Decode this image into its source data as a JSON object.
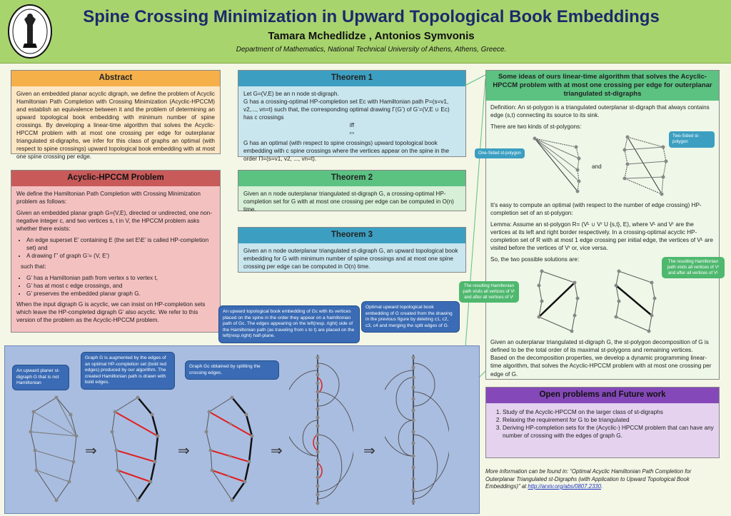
{
  "header": {
    "title": "Spine Crossing Minimization in Upward Topological Book Embeddings",
    "authors": "Tamara Mchedlidze , Antonios Symvonis",
    "affiliation": "Department of Mathematics, National Technical University of Athens, Athens, Greece."
  },
  "abstract": {
    "title": "Abstract",
    "text": "Given an embedded planar acyclic digraph, we define the problem of Acyclic Hamiltonian Path Completion with Crossing Minimization (Acyclic-HPCCM) and establish an equivalence between it and the problem of determining an upward topological book embedding with minimum number of spine crossings. By developing a linear-time algorithm that solves the Acyclic-HPCCM problem with at most one crossing per edge for outerplanar triangulated st-digraphs, we infer for this class of graphs an optimal (with respect to spine crossings) upward topological book embedding with at most one spine crossing per edge."
  },
  "acyclic": {
    "title": "Acyclic-HPCCM  Problem",
    "p1": "We define the Hamiltonian Path Completion with Crossing Minimization problem as follows:",
    "p2": "Given an embedded planar graph G=(V,E), directed or undirected, one non-negative integer c, and two vertices s, t in V, the HPCCM problem asks whether there exists:",
    "items1": [
      "An edge superset E’ containing E (the set E\\E’ is called HP-completion set) and",
      "A drawing Γ’ of graph G’= (V, E’)"
    ],
    "such": "such that:",
    "items2": [
      "G’ has a Hamiltonian path from vertex s to vertex t,",
      "G’ has at most c edge crossings, and",
      "G’ preserves the embedded planar graph G."
    ],
    "p3": "When the input digraph G is acyclic, we can insist on HP-completion sets which leave the HP-completed digraph G’ also acyclic. We refer to this version of the problem as the Acyclic-HPCCM problem."
  },
  "theorem1": {
    "title": "Theorem 1",
    "l1": "Let G=(V,E) be an n node st-digraph.",
    "l2": "G has a crossing-optimal HP-completion set Ec with Hamiltonian path P=(s=v1, v2,..., vn=t) such that, the corresponding optimal drawing Γ(G’) of G’=(V,E ∪ Ec) has c crossings",
    "iff": "iff",
    "l3": "G has an optimal (with respect to spine crossings) upward topological book embedding with c spine crossings where the vertices appear on the spine in the order Π=(s=v1, v2, ..., vn=t)."
  },
  "theorem2": {
    "title": "Theorem 2",
    "text": "Given an n node outerplanar triangulated st-digraph G, a crossing-optimal HP-completion set for G with at most one crossing per edge can be computed in O(n) time."
  },
  "theorem3": {
    "title": "Theorem 3",
    "text": "Given an n node outerplanar triangulated st-digraph G, an upward topological book embedding for G with minimum number of spine crossings and at most one spine crossing per edge can be computed in O(n) time."
  },
  "ideas": {
    "title": "Some ideas of ours linear-time algorithm that solves the Acyclic-HPCCM problem with at most one crossing per edge for outerplanar triangulated st-digraphs",
    "definition": "Definition: An st-polygon is a triangulated outerplanar st-digraph that always contains edge (s,t) connecting its source to its sink.",
    "kinds": "There are two kinds of st-polygons:",
    "one_sided": "One-Sided st-polygon",
    "two_sided": "Two-Sided st-polygon",
    "and": "and",
    "easy": "It’s easy to compute an optimal (with respect to the number of edge crossing) HP-completion set of an st-polygon:",
    "lemma": "Lemma: Assume an st-polygon R= (Vᴸ ∪ Vʳ U {s,t}, E), where Vᴸ and Vʳ are the vertices at its left and right border respectively. In a crossing-optimal acyclic HP-completion set of R with at most 1 edge crossing per initial edge, the vertices of Vᴸ are visited before the vertices of Vʳ or, vice versa.",
    "solutions": "So, the two possible solutions are:",
    "left_first": "The resulting Hamiltonian path visits all vertices of Vᴸ and after all vertices of Vʳ",
    "right_first": "The resulting Hamiltonian path visits all vertices of Vʳ and after all vertices of Vᴸ",
    "decomp": "Given an outerplanar triangulated st-digraph G, the st-polygon decomposition of G is defined to be the total order of its maximal st-polygons and remaining vertices.",
    "dp": "Based on the decomposition properties, we develop a dynamic programming linear-time algorithm, that solves the Acyclic-HPCCM problem with at most one crossing per edge of G."
  },
  "open": {
    "title": "Open problems and Future work",
    "items": [
      "Study of the Acyclic-HPCCM on the larger class of st-digraphs",
      "Relaxing the requirement for G to be triangulated",
      "Deriving HP-completion sets for the (Acyclic-) HPCCM problem that can have any number of crossing with the edges of graph G."
    ]
  },
  "more": {
    "text": "More information can be found in: “Optimal Acyclic Hamiltonian Path Completion for Outerplanar Triangulated st-Digraphs (with Application to Upward Topological Book Embeddings)” at",
    "link": "http://arxiv.org/abs/0807.2330",
    "end": "."
  },
  "bottom": {
    "c1": "An upward planer st-digraph G that is not Hamiltonian",
    "c2": "Graph G is augmented by the edges of an optimal HP-completion set (bold red edges) produced by our algorithm. The created Hamiltonian path is drawn with bold edges.",
    "c3": "Graph Gc obtained by splitting the crossing edges.",
    "c4": "An upward topological book embedding of Gc with its vertices placed on the spine in the order they appear on a hamiltonian path of Gc. The edges appearing on the left(resp. right) side of the Hamiltonian path (as traveling from s to t) are placed on the left(resp.right) half-plane.",
    "c5": "Optimal upward topological book embedding of G created from the drawing in the previous figure by deleting c1, c2, c3, c4 and merging the split edges of G."
  },
  "colors": {
    "header": "#a8d46e",
    "title": "#1a2a6c",
    "red_edge": "#e02020"
  }
}
